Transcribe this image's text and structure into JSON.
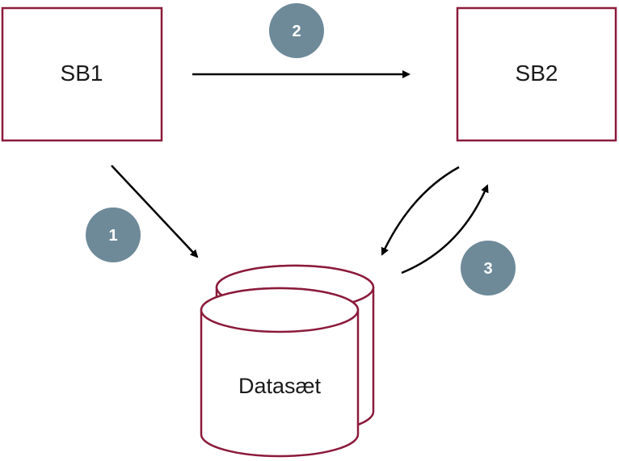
{
  "nodes": {
    "sb1": {
      "label": "SB1"
    },
    "sb2": {
      "label": "SB2"
    },
    "dataset": {
      "label": "Datasæt"
    }
  },
  "steps": [
    {
      "number": "1"
    },
    {
      "number": "2"
    },
    {
      "number": "3"
    }
  ],
  "colors": {
    "box_border": "#8b1a3a",
    "badge_fill": "#6e8a99",
    "arrow": "#000000"
  }
}
